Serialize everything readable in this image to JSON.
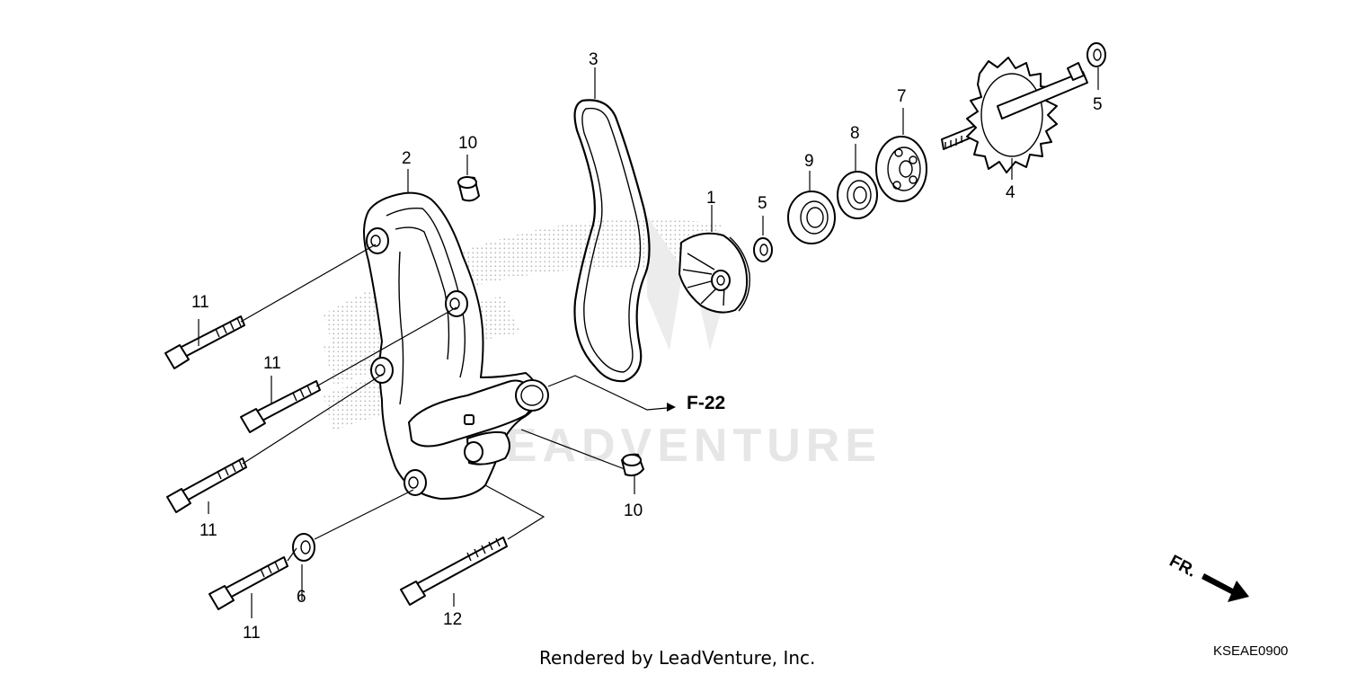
{
  "callouts": {
    "c1": "1",
    "c2": "2",
    "c3": "3",
    "c4": "4",
    "c5a": "5",
    "c5b": "5",
    "c6": "6",
    "c7": "7",
    "c8": "8",
    "c9": "9",
    "c10a": "10",
    "c10b": "10",
    "c11a": "11",
    "c11b": "11",
    "c11c": "11",
    "c11d": "11",
    "c12": "12"
  },
  "reference": "F-22",
  "direction": "FR.",
  "watermark": "LEADVENTURE",
  "footer": "Rendered by LeadVenture, Inc.",
  "diagram_code": "KSEAE0900"
}
